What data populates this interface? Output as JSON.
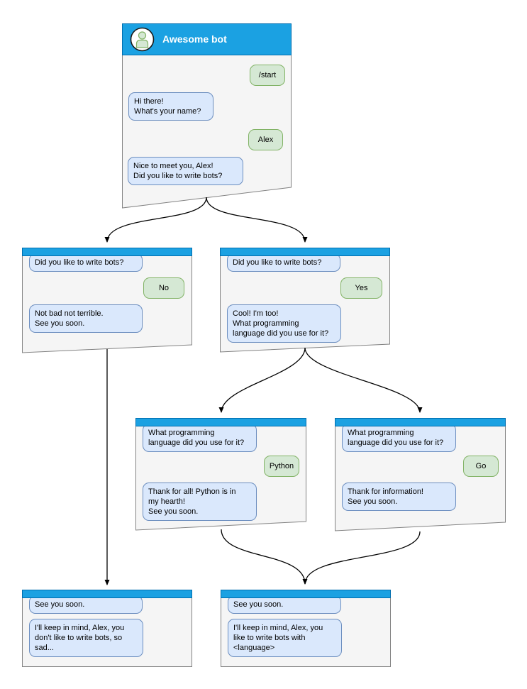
{
  "colors": {
    "header_blue": "#1ba1e2",
    "header_border": "#006eaf",
    "window_fill": "#f5f5f5",
    "window_border": "#828282",
    "bot_bubble_fill": "#dae8fc",
    "bot_bubble_border": "#6c8ebf",
    "user_bubble_fill": "#d5e8d4",
    "user_bubble_border": "#82b366",
    "arrow_color": "#000000"
  },
  "main_window": {
    "title": "Awesome bot",
    "avatar_icon": "person-icon",
    "messages": [
      {
        "from": "user",
        "text": "/start"
      },
      {
        "from": "bot",
        "text": "Hi there!\nWhat's your name?"
      },
      {
        "from": "user",
        "text": "Alex"
      },
      {
        "from": "bot",
        "text": "Nice to meet you, Alex!\nDid you like to write bots?"
      }
    ]
  },
  "branch_no": {
    "messages": [
      {
        "from": "bot",
        "text": "Did you like to write bots?"
      },
      {
        "from": "user",
        "text": "No"
      },
      {
        "from": "bot",
        "text": "Not bad not terrible.\nSee you soon."
      }
    ]
  },
  "branch_yes": {
    "messages": [
      {
        "from": "bot",
        "text": "Did you like to write bots?"
      },
      {
        "from": "user",
        "text": "Yes"
      },
      {
        "from": "bot",
        "text": "Cool! I'm too!\nWhat programming\nlanguage did you use for it?"
      }
    ]
  },
  "branch_python": {
    "messages": [
      {
        "from": "bot",
        "text": "What programming\nlanguage did you use for it?"
      },
      {
        "from": "user",
        "text": "Python"
      },
      {
        "from": "bot",
        "text": "Thank for all! Python is in\nmy hearth!\nSee you soon."
      }
    ]
  },
  "branch_go": {
    "messages": [
      {
        "from": "bot",
        "text": "What programming\nlanguage did you use for it?"
      },
      {
        "from": "user",
        "text": "Go"
      },
      {
        "from": "bot",
        "text": "Thank for information!\nSee you soon."
      }
    ]
  },
  "end_no": {
    "messages": [
      {
        "from": "bot",
        "text": "See you soon."
      },
      {
        "from": "bot",
        "text": "I'll keep in mind, Alex, you\ndon't like to write bots, so\nsad..."
      }
    ]
  },
  "end_yes": {
    "messages": [
      {
        "from": "bot",
        "text": "See you soon."
      },
      {
        "from": "bot",
        "text": "I'll keep in mind, Alex, you\nlike to write bots with\n<language>"
      }
    ]
  }
}
